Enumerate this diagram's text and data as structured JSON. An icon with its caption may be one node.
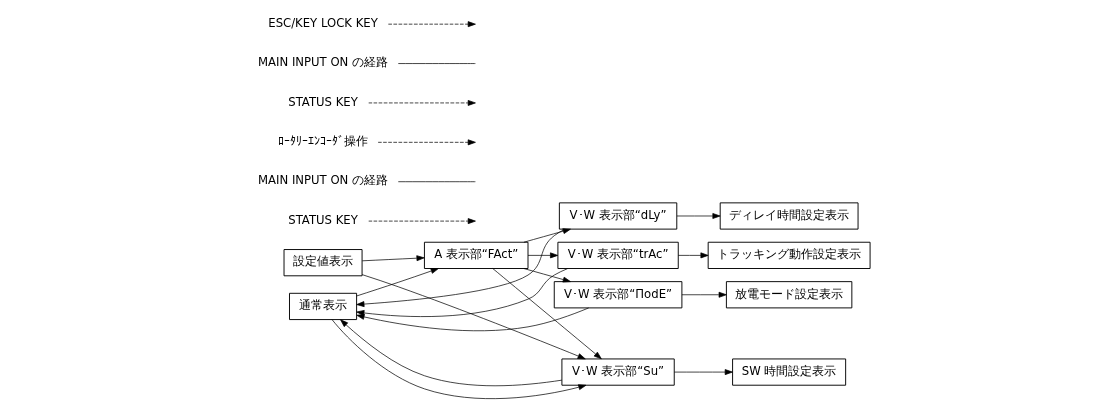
{
  "diagram": {
    "nodes": [
      {
        "text": [
          "通常表示"
        ]
      },
      {
        "text": [
          "設定値表示"
        ]
      },
      {
        "text": [
          "A 表示部“FAct”"
        ]
      },
      {
        "text": [
          "V･W 表示部“dLy”"
        ]
      },
      {
        "text": [
          "V･W 表示部“trAc”"
        ]
      },
      {
        "text": [
          "V･W 表示部“ΠodE”"
        ]
      },
      {
        "text": [
          "V･W 表示部“Su”"
        ]
      },
      {
        "text": [
          "ディレイ時間設定表示"
        ]
      },
      {
        "text": [
          "トラッキング動作設定表示"
        ]
      },
      {
        "text": [
          "放電モード設定表示"
        ]
      },
      {
        "text": [
          "SW 時間設定表示"
        ]
      },
      {
        "text": [
          "STATUS KEY"
        ]
      },
      {
        "text": [
          "MAIN INPUT ON の経路"
        ]
      },
      {
        "text": [
          "ﾛｰﾀﾘｰｴﾝｺｰﾀﾞ操作"
        ]
      },
      {
        "text": [
          "STATUS KEY"
        ]
      },
      {
        "text": [
          "MAIN INPUT ON の経路"
        ]
      },
      {
        "text": [
          "ESC/KEY LOCK KEY"
        ]
      }
    ],
    "edges": [
      {
        "from": 0,
        "to": 2,
        "arrow": "to"
      },
      {
        "from": 1,
        "to": 2,
        "arrow": "to"
      },
      {
        "from": 0,
        "to": 6,
        "arrow": "to"
      },
      {
        "from": 1,
        "to": 6,
        "arrow": "to"
      },
      {
        "from": 2,
        "to": 3,
        "arrow": "to"
      },
      {
        "from": 2,
        "to": 4,
        "arrow": "to"
      },
      {
        "from": 2,
        "to": 5,
        "arrow": "to"
      },
      {
        "from": 2,
        "to": 6,
        "arrow": "to"
      },
      {
        "from": 3,
        "to": 7,
        "arrow": "to"
      },
      {
        "from": 4,
        "to": 8,
        "arrow": "to"
      },
      {
        "from": 5,
        "to": 9,
        "arrow": "to"
      },
      {
        "from": 6,
        "to": 10,
        "arrow": "to"
      },
      {
        "from": 3,
        "to": 0,
        "arrow": "to"
      },
      {
        "from": 4,
        "to": 0,
        "arrow": "to"
      },
      {
        "from": 5,
        "to": 0,
        "arrow": "to"
      },
      {
        "from": 6,
        "to": 0,
        "arrow": "to"
      },
      {
        "from": 11,
        "to": null,
        "arrow": "to",
        "style": "dashed"
      },
      {
        "from": 12,
        "to": null,
        "arrow": "none"
      },
      {
        "from": 13,
        "to": null,
        "arrow": "to",
        "style": "dashed"
      },
      {
        "from": 14,
        "to": null,
        "arrow": "to",
        "style": "dashed"
      },
      {
        "from": 15,
        "to": null,
        "arrow": "none"
      },
      {
        "from": 16,
        "to": null,
        "arrow": "to",
        "style": "dashed"
      }
    ]
  }
}
